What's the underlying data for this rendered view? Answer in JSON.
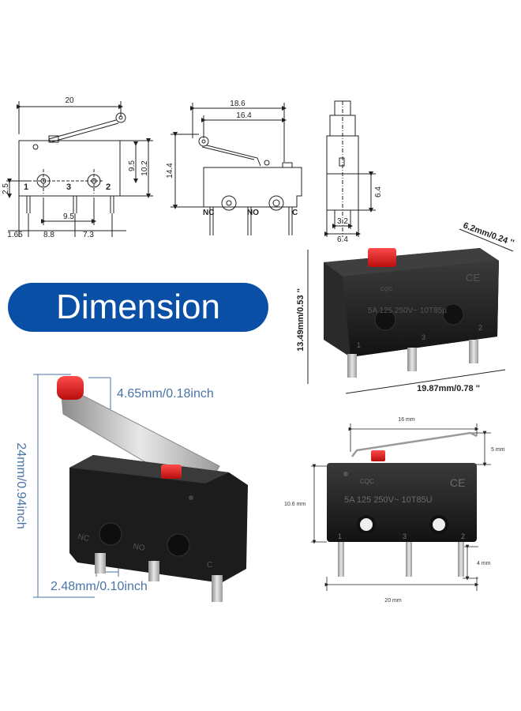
{
  "banner": {
    "title": "Dimension",
    "color": "#0a4fa6"
  },
  "drawing_front": {
    "overall_width": "20",
    "height_outer": "10.2",
    "height_inner": "9.5",
    "pin_offset": "2.5",
    "pin_left_margin": "1.65",
    "pin_spacing_a": "8.8",
    "pin_spacing_b": "7.3",
    "pin_spacing_mid": "9.5",
    "terminals": [
      "1",
      "3",
      "2"
    ]
  },
  "drawing_lever": {
    "width_outer": "18.6",
    "width_inner": "16.4",
    "height": "14.4",
    "terminals": [
      "NC",
      "NO",
      "C"
    ]
  },
  "drawing_side": {
    "height": "6.4",
    "width_small": "3.2",
    "width_total": "6.4"
  },
  "photo_switch": {
    "depth": "6.2mm/0.24 ''",
    "height": "13.49mm/0.53 ''",
    "width": "19.87mm/0.78 ''",
    "marking": "5A  125  250V~ 10T85μ",
    "cqc": "CQC",
    "ce": "CE",
    "terminals": [
      "1",
      "3",
      "2"
    ]
  },
  "photo_roller": {
    "roller": "4.65mm/0.18inch",
    "height": "24mm/0.94inch",
    "pin_gap": "2.48mm/0.10inch",
    "labels": [
      "NC",
      "NO",
      "C"
    ],
    "label_color": "#4a74a6"
  },
  "photo_lever": {
    "width_top": "16 mm",
    "lever_height": "5 mm",
    "body_height": "10.6 mm",
    "pin_height": "4 mm",
    "width_bottom": "20 mm",
    "marking": "5A  125  250V~  10T85U",
    "cqc": "CQC",
    "ce": "CE",
    "terminals": [
      "1",
      "3",
      "2"
    ]
  }
}
